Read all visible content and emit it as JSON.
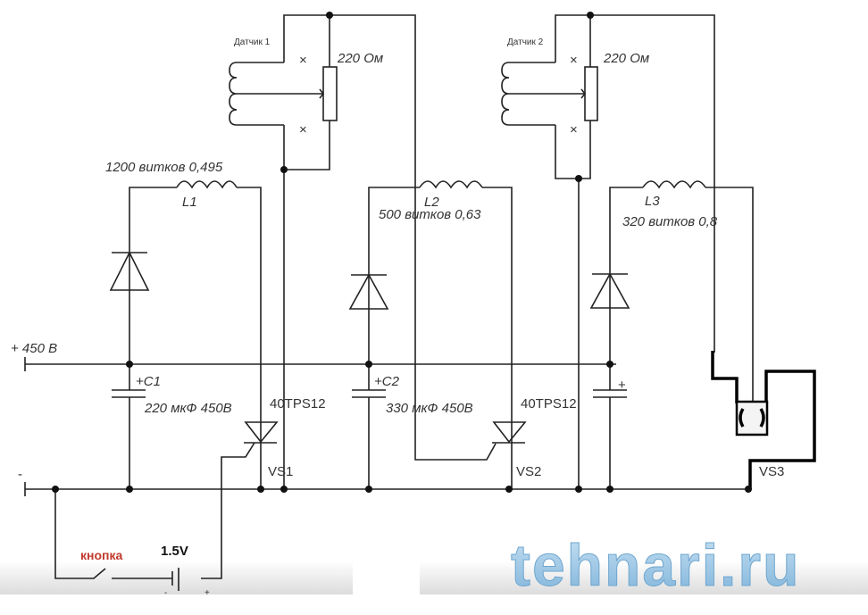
{
  "title": "Схема с датчиками и тиристорами",
  "sensors": [
    {
      "label": "Датчик 1",
      "resistor": "220 Ом"
    },
    {
      "label": "Датчик 2",
      "resistor": "220 Ом"
    }
  ],
  "coils": [
    {
      "name": "L1",
      "spec": "1200 витков 0,495"
    },
    {
      "name": "L2",
      "spec": "500 витков 0,63"
    },
    {
      "name": "L3",
      "spec": "320 витков 0,8"
    }
  ],
  "capacitors": [
    {
      "name": "+C1",
      "spec": "220 мкФ 450В"
    },
    {
      "name": "+C2",
      "spec": "330 мкФ 450В"
    },
    {
      "name": "+",
      "spec": ""
    }
  ],
  "thyristors": [
    {
      "name": "VS1",
      "part": "40TPS12"
    },
    {
      "name": "VS2",
      "part": "40TPS12"
    },
    {
      "name": "VS3",
      "part": ""
    }
  ],
  "supply": {
    "positive": "+ 450 В",
    "negative": "-"
  },
  "trigger": {
    "button": "кнопка",
    "battery": "1.5V",
    "minus": "-",
    "plus": "+"
  },
  "marks": {
    "x": "×"
  },
  "watermark": "tehnari.ru",
  "colors": {
    "button_label": "#c0392b",
    "watermark": "#8fbfe0"
  }
}
